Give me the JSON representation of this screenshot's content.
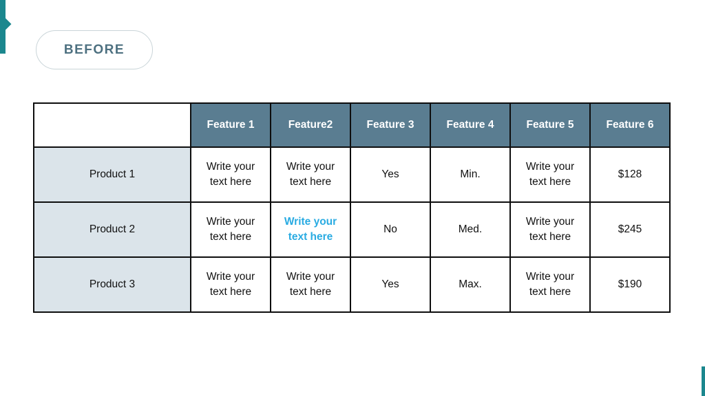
{
  "slide": {
    "badge": {
      "label": "BEFORE"
    },
    "colors": {
      "accent": "#1b878e",
      "header_bg": "#5a7d91",
      "header_text": "#ffffff",
      "row_label_bg": "#dbe4ea",
      "border": "#0d0d0d",
      "badge_text": "#4d7080",
      "badge_border": "#c9d4d8",
      "highlight": "#29abe2"
    },
    "table": {
      "column_headers": [
        "Feature 1",
        "Feature2",
        "Feature 3",
        "Feature 4",
        "Feature 5",
        "Feature 6"
      ],
      "rows": [
        {
          "label": "Product 1",
          "cells": [
            {
              "text": "Write your text here",
              "highlight": false
            },
            {
              "text": "Write your text here",
              "highlight": false
            },
            {
              "text": "Yes",
              "highlight": false
            },
            {
              "text": "Min.",
              "highlight": false
            },
            {
              "text": "Write your text here",
              "highlight": false
            },
            {
              "text": "$128",
              "highlight": false
            }
          ]
        },
        {
          "label": "Product 2",
          "cells": [
            {
              "text": "Write your text here",
              "highlight": false
            },
            {
              "text": "Write your text here",
              "highlight": true
            },
            {
              "text": "No",
              "highlight": false
            },
            {
              "text": "Med.",
              "highlight": false
            },
            {
              "text": "Write your text here",
              "highlight": false
            },
            {
              "text": "$245",
              "highlight": false
            }
          ]
        },
        {
          "label": "Product 3",
          "cells": [
            {
              "text": "Write your text here",
              "highlight": false
            },
            {
              "text": "Write your text here",
              "highlight": false
            },
            {
              "text": "Yes",
              "highlight": false
            },
            {
              "text": "Max.",
              "highlight": false
            },
            {
              "text": "Write your text here",
              "highlight": false
            },
            {
              "text": "$190",
              "highlight": false
            }
          ]
        }
      ]
    }
  }
}
